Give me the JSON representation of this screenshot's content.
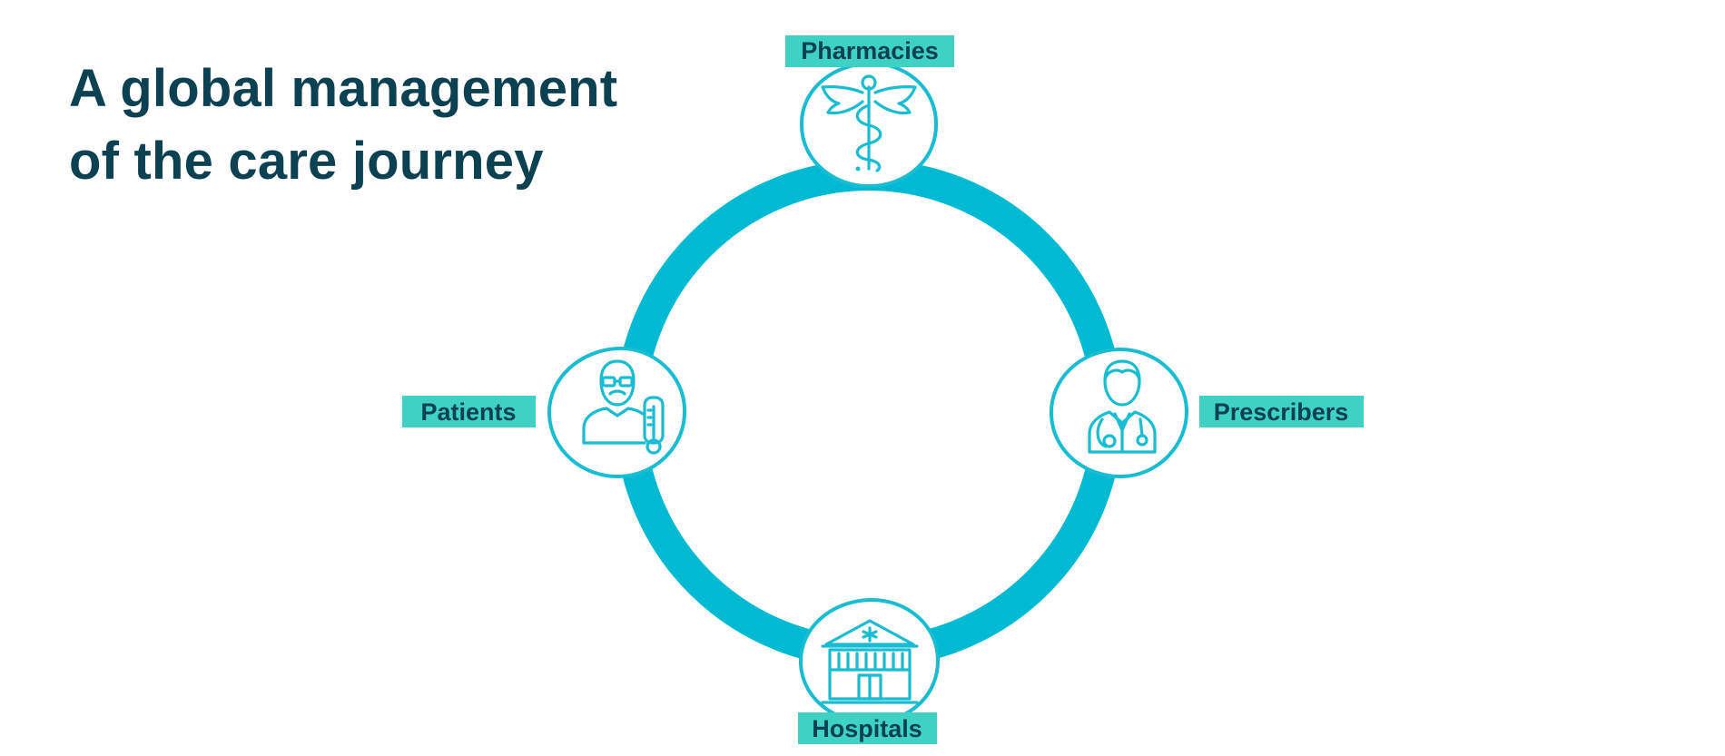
{
  "title": {
    "line1": "A global management",
    "line2": "of the care journey"
  },
  "nodes": {
    "pharmacies": {
      "label": "Pharmacies",
      "icon": "caduceus-icon"
    },
    "prescribers": {
      "label": "Prescribers",
      "icon": "doctor-icon"
    },
    "hospitals": {
      "label": "Hospitals",
      "icon": "hospital-icon"
    },
    "patients": {
      "label": "Patients",
      "icon": "patient-icon"
    }
  },
  "colors": {
    "ring": "#00bad3",
    "label_background": "#3fd1c4",
    "title_text": "#0b4150"
  }
}
